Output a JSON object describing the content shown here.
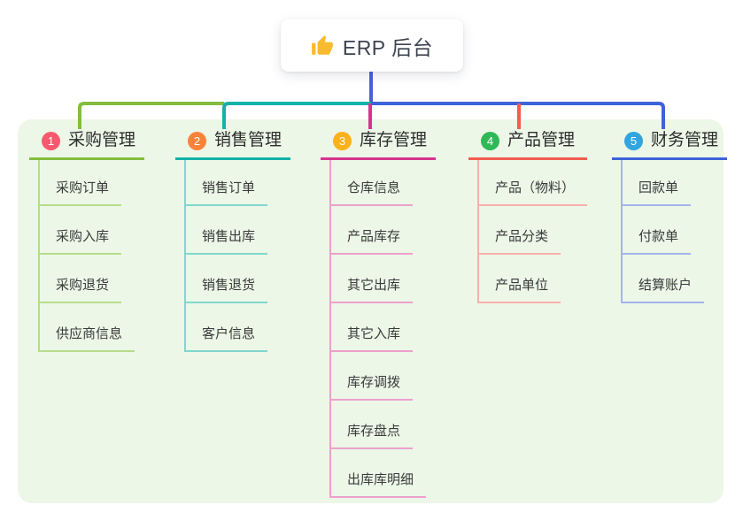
{
  "root": {
    "label": "ERP 后台",
    "icon": "thumbs-up-icon"
  },
  "colors": {
    "panel_bg": "#ecf7e7",
    "root_line": "#4a60d4",
    "card_bg": "#ffffff",
    "title_text": "#3d4350",
    "branch_title_text": "#2d2d2d",
    "item_text": "#3a3a3a",
    "thumb_icon": "#f7bb2f"
  },
  "branches": [
    {
      "index": "1",
      "title": "采购管理",
      "badge_color": "#f6596e",
      "line_color": "#84bd3f",
      "soft_line_color": "#b7dc8d",
      "items": [
        "采购订单",
        "采购入库",
        "采购退货",
        "供应商信息"
      ]
    },
    {
      "index": "2",
      "title": "销售管理",
      "badge_color": "#f9823b",
      "line_color": "#14b2a8",
      "soft_line_color": "#83d6cd",
      "items": [
        "销售订单",
        "销售出库",
        "销售退货",
        "客户信息"
      ]
    },
    {
      "index": "3",
      "title": "库存管理",
      "badge_color": "#fbb11b",
      "line_color": "#d6348e",
      "soft_line_color": "#eda0cb",
      "items": [
        "仓库信息",
        "产品库存",
        "其它出库",
        "其它入库",
        "库存调拨",
        "库存盘点",
        "出库库明细"
      ]
    },
    {
      "index": "4",
      "title": "产品管理",
      "badge_color": "#2fb857",
      "line_color": "#f25c4f",
      "soft_line_color": "#f8b0aa",
      "items": [
        "产品（物料）",
        "产品分类",
        "产品单位"
      ]
    },
    {
      "index": "5",
      "title": "财务管理",
      "badge_color": "#30a5e0",
      "line_color": "#3e62d9",
      "soft_line_color": "#a3b4ec",
      "items": [
        "回款单",
        "付款单",
        "结算账户"
      ]
    }
  ]
}
